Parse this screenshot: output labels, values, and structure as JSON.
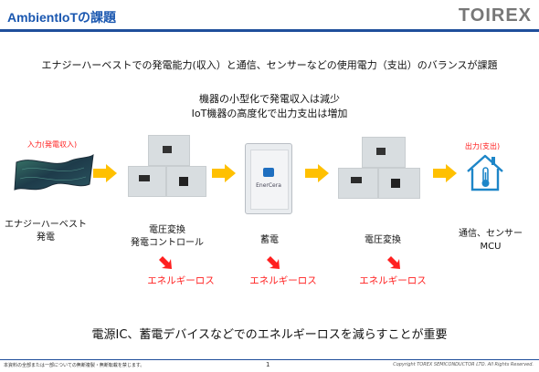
{
  "header": {
    "title": "AmbientIoTの課題",
    "logo_text": "TOIREX"
  },
  "subtitle": "エナジーハーベストでの発電能力(収入）と通信、センサーなどの使用電力（支出）のバランスが課題",
  "notes": {
    "line1": "機器の小型化で発電収入は減少",
    "line2": "IoT機器の高度化で出力支出は増加"
  },
  "flow": {
    "input_label": "入力(発電収入)",
    "output_label": "出力(支出)",
    "battery_text": "EnerCera",
    "stages": [
      {
        "label_line1": "エナジーハーベスト",
        "label_line2": "発電"
      },
      {
        "label_line1": "電圧変換",
        "label_line2": "発電コントロール"
      },
      {
        "label_line1": "蓄電",
        "label_line2": ""
      },
      {
        "label_line1": "電圧変換",
        "label_line2": ""
      },
      {
        "label_line1": "通信、センサー",
        "label_line2": "MCU"
      }
    ],
    "losses": [
      "エネルギーロス",
      "エネルギーロス",
      "エネルギーロス"
    ]
  },
  "conclusion": "電源IC、蓄電デバイスなどでのエネルギーロスを減らすことが重要",
  "footer": {
    "left": "本資料の全部または一部についての無断複製・無断転載を禁じます。",
    "page": "1",
    "right": "Copyright TOREX SEMICONDUCTOR LTD. All Rights Reserved."
  },
  "colors": {
    "title": "#1a57b0",
    "rule": "#1f4e9b",
    "arrow": "#ffc000",
    "loss_red": "#ff2020"
  }
}
